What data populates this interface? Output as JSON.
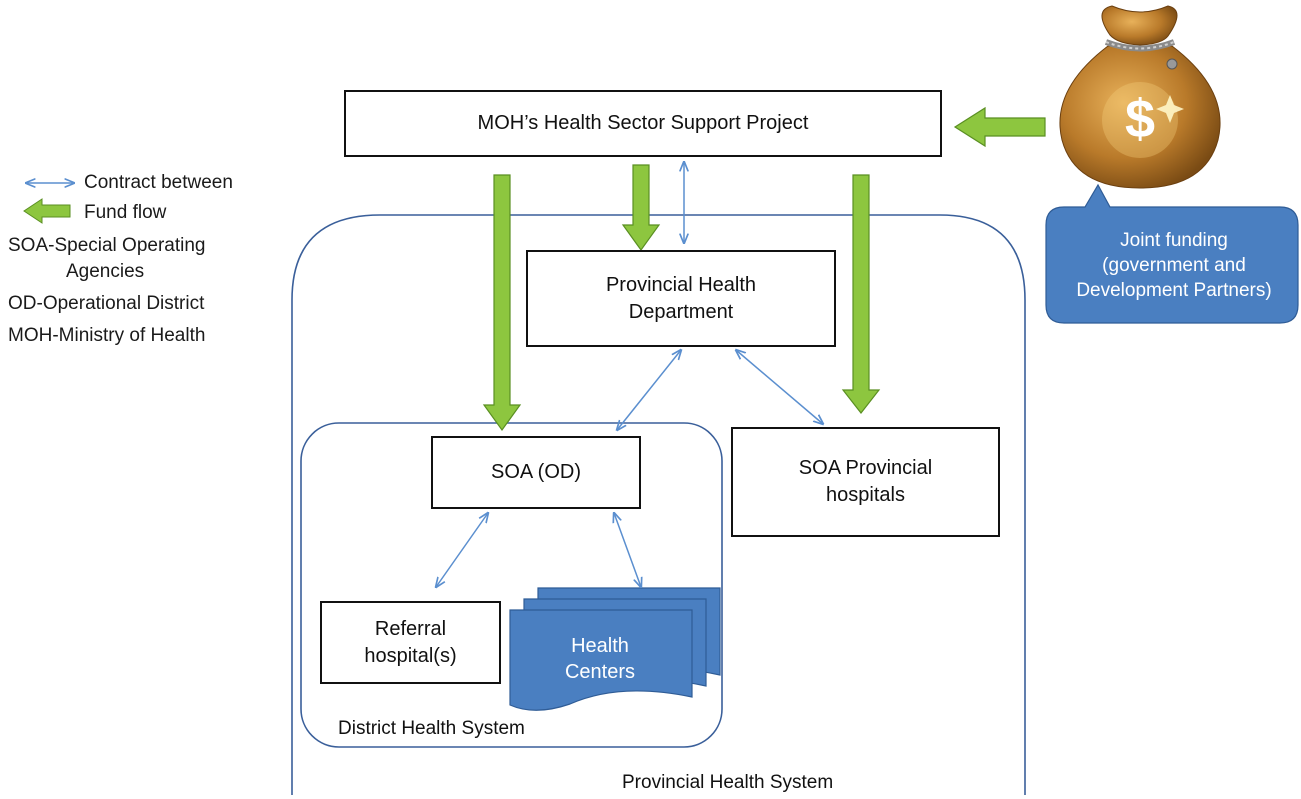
{
  "legend": {
    "contract": "Contract between",
    "fund": "Fund flow",
    "soa_line1": "SOA-Special Operating",
    "soa_line2": "Agencies",
    "od": "OD-Operational District",
    "moh": "MOH-Ministry of Health"
  },
  "nodes": {
    "moh_project": "MOH’s Health Sector Support Project",
    "phd_line1": "Provincial Health",
    "phd_line2": "Department",
    "soa_od": "SOA (OD)",
    "soa_prov_line1": "SOA Provincial",
    "soa_prov_line2": "hospitals",
    "referral_line1": "Referral",
    "referral_line2": "hospital(s)",
    "hc_line1": "Health",
    "hc_line2": "Centers"
  },
  "regions": {
    "district": "District Health System",
    "provincial": "Provincial Health System"
  },
  "funding": {
    "line1": "Joint funding",
    "line2": "(government and",
    "line3": "Development Partners)",
    "symbol": "$",
    "icon": "money-bag-icon"
  },
  "colors": {
    "fund_arrow": "#8dc63f",
    "fund_arrow_edge": "#5a8f22",
    "contract_arrow": "#5b8fcf",
    "region_border": "#3a5f9a",
    "callout": "#4a7fc1",
    "health_centers": "#4a7fc1",
    "bag": "#b97a2a"
  }
}
